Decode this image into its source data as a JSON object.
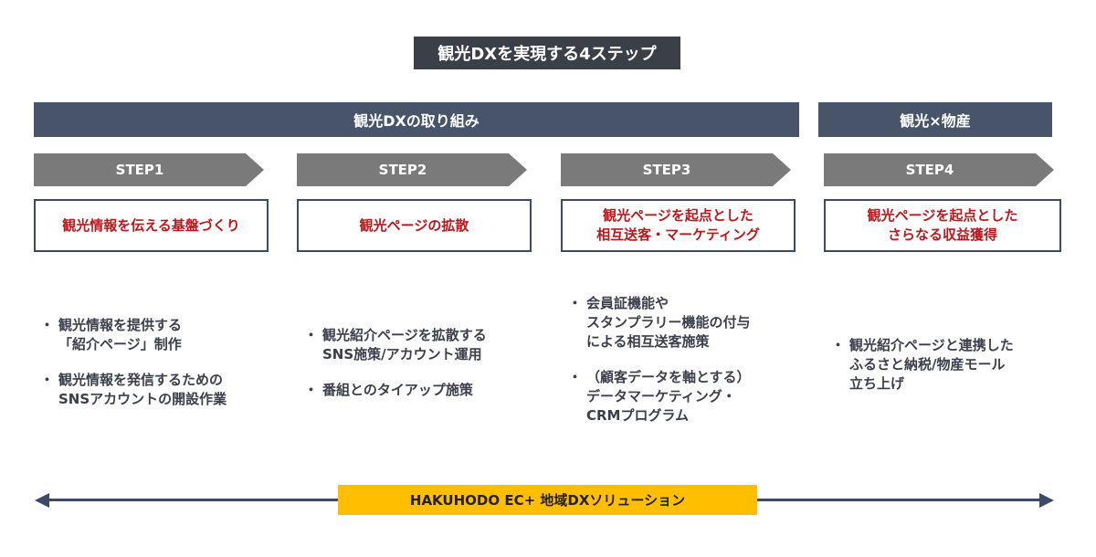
{
  "title": "観光DXを実現する4ステップ",
  "bands": {
    "dx": "観光DXの取り組み",
    "product": "観光×物産"
  },
  "steps": [
    {
      "label": "STEP1",
      "headline": "観光情報を伝える基盤づくり",
      "bullets": [
        "観光情報を提供する\n「紹介ページ」制作",
        "観光情報を発信するための\nSNSアカウントの開設作業"
      ]
    },
    {
      "label": "STEP2",
      "headline": "観光ページの拡散",
      "bullets": [
        "観光紹介ページを拡散する\nSNS施策/アカウント運用",
        "番組とのタイアップ施策"
      ]
    },
    {
      "label": "STEP3",
      "headline": "観光ページを起点とした\n相互送客・マーケティング",
      "bullets": [
        "会員証機能や\nスタンプラリー機能の付与\nによる相互送客施策",
        "（顧客データを軸とする）\nデータマーケティング・\nCRMプログラム"
      ]
    },
    {
      "label": "STEP4",
      "headline": "観光ページを起点とした\nさらなる収益獲得",
      "bullets": [
        "観光紹介ページと連携した\nふるさと納税/物産モール\n立ち上げ"
      ]
    }
  ],
  "bullet_symbol": "・",
  "solution": "HAKUHODO EC+ 地域DXソリューション",
  "colors": {
    "title_bg": "#3b4048",
    "band_bg": "#47546a",
    "step_bg": "#7a7a7a",
    "headline_text": "#c0161b",
    "box_border": "#3b4a66",
    "solution_bg": "#ffbf00"
  }
}
